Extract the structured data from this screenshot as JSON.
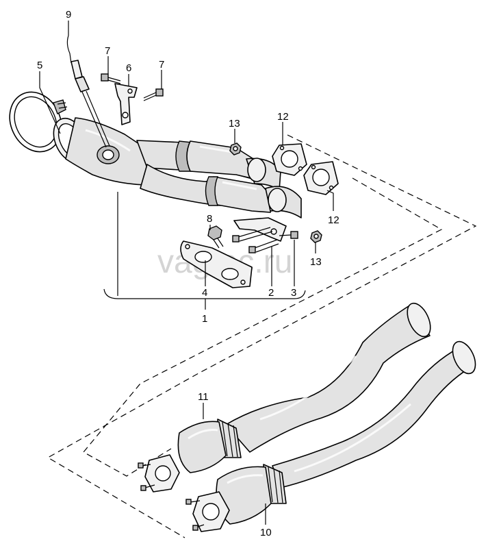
{
  "watermark": "vagtec.ru",
  "callouts": {
    "c1": "1",
    "c2": "2",
    "c3": "3",
    "c4": "4",
    "c5": "5",
    "c6": "6",
    "c7a": "7",
    "c7b": "7",
    "c8": "8",
    "c9": "9",
    "c10": "10",
    "c11": "11",
    "c12a": "12",
    "c12b": "12",
    "c13a": "13",
    "c13b": "13"
  }
}
